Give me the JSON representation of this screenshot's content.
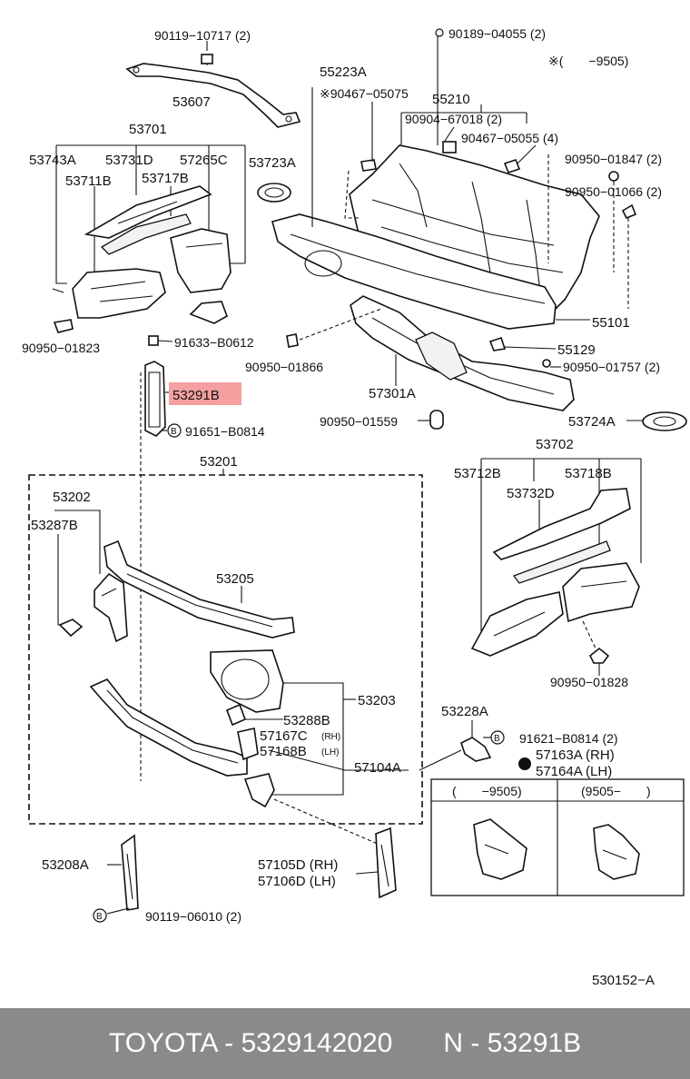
{
  "labels": {
    "l1": "90119−10717 (2)",
    "l2": "53607",
    "l3": "53701",
    "l4": "53743A",
    "l5": "53731D",
    "l6": "57265C",
    "l7": "53711B",
    "l8": "53717B",
    "l9": "53723A",
    "l10": "90950−01823",
    "l11": "91633−B0612",
    "l12": "53291B",
    "l13": "91651−B0814",
    "l14": "53201",
    "l15": "53202",
    "l16": "53287B",
    "l17": "53205",
    "l18": "53203",
    "l19": "53288B",
    "l20": "57167C",
    "l20s": "(RH)",
    "l21": "57168B",
    "l21s": "(LH)",
    "l22": "57104A",
    "l23": "53208A",
    "l24": "90119−06010 (2)",
    "l25": "57105D (RH)",
    "l26": "57106D (LH)",
    "l27": "90189−04055 (2)",
    "l28": "※(　　−9505)",
    "l29": "55223A",
    "l30": "※90467−05075",
    "l31": "55210",
    "l32": "90904−67018 (2)",
    "l33": "90467−05055 (4)",
    "l34": "90950−01847 (2)",
    "l35": "90950−01066 (2)",
    "l36": "55101",
    "l37": "55129",
    "l38": "90950−01757 (2)",
    "l39": "90950−01866",
    "l40": "57301A",
    "l41": "90950−01559",
    "l42": "53724A",
    "l43": "53702",
    "l44": "53712B",
    "l45": "53718B",
    "l46": "53732D",
    "l47": "90950−01828",
    "l48": "53228A",
    "l49": "91621−B0814 (2)",
    "l50": "57163A (RH)",
    "l51": "57164A (LH)",
    "l52": "(　　−9505)",
    "l53": "(9505−　　)",
    "l54": "530152−A",
    "b1": "B",
    "b2": "B",
    "b3": "B"
  },
  "highlight_color": "#f4a0a0",
  "footer": {
    "left": "TOYOTA - 5329142020",
    "right": "N - 53291B",
    "background": "#8a8a8a"
  }
}
